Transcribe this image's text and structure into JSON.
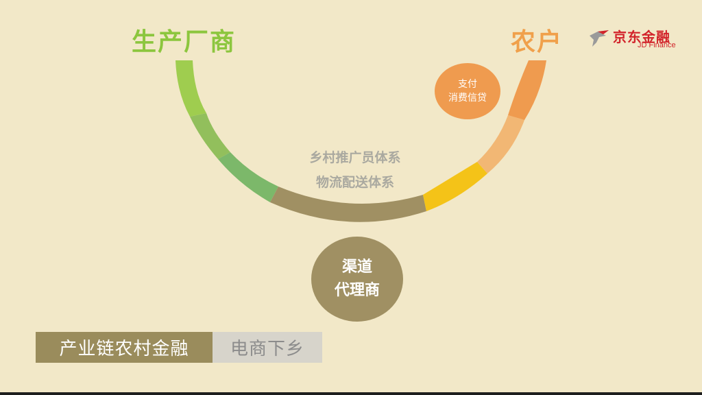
{
  "diagram": {
    "left_label": "生产厂商",
    "right_label": "农户",
    "orange_circle": {
      "line1": "支付",
      "line2": "消费信贷"
    },
    "arc_inner_text": {
      "line1": "乡村推广员体系",
      "line2": "物流配送体系"
    },
    "channel_circle": {
      "line1": "渠道",
      "line2": "代理商"
    },
    "arc_segment_colors": [
      "#9fcd4f",
      "#92bf5c",
      "#7cb86a",
      "#a09063",
      "#f4c318",
      "#f2b774",
      "#ef9b4f"
    ]
  },
  "logo": {
    "cn": "京东金融",
    "en": "JD Finance"
  },
  "tags": {
    "primary": "产业链农村金融",
    "secondary": "电商下乡"
  },
  "colors": {
    "background": "#f2e8c8",
    "green_title": "#8cc63e",
    "orange_title": "#f0a04b",
    "brand_red": "#d2232a"
  }
}
